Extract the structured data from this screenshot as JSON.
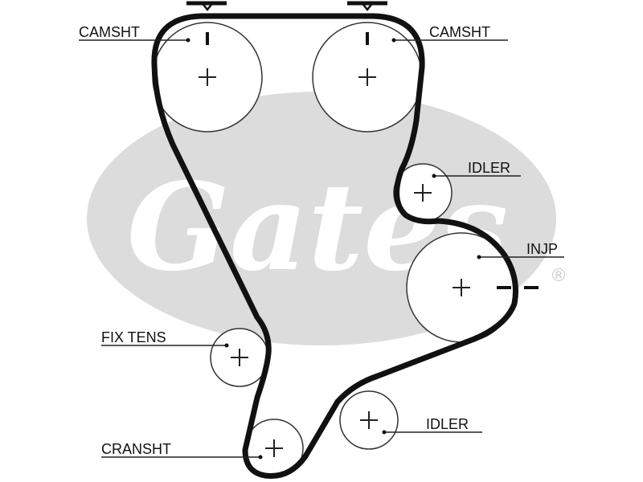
{
  "watermark": {
    "brand": "Gates",
    "mark": "®"
  },
  "labels": {
    "camshaft_left": "CAMSHT",
    "camshaft_right": "CAMSHT",
    "idler_upper": "IDLER",
    "injection_pump": "INJP",
    "fixed_tensioner": "FIX TENS",
    "crankshaft": "CRANSHT",
    "idler_lower": "IDLER"
  },
  "colors": {
    "belt": "#111111",
    "watermark": "#dcdcdc",
    "pulley_outline": "#333333"
  }
}
